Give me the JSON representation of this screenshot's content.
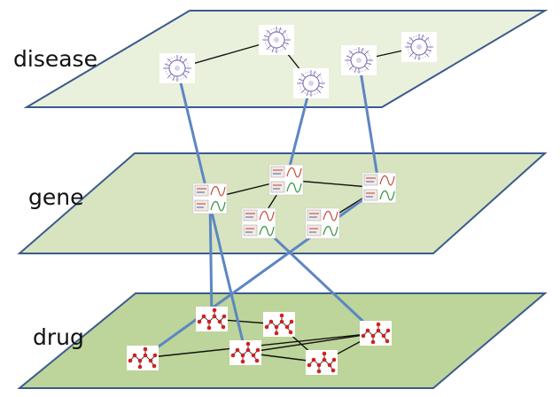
{
  "layers": [
    {
      "id": "disease",
      "label": "disease",
      "fill": "#e9f0dc"
    },
    {
      "id": "gene",
      "label": "gene",
      "fill": "#d7e4bf"
    },
    {
      "id": "drug",
      "label": "drug",
      "fill": "#bdd49a"
    }
  ],
  "colors": {
    "plane_border": "#3b5b8c",
    "cross_link": "#5d86c3",
    "intra_link": "#111111",
    "disease_node": "#7d6bb0",
    "gene_node": "#c45a4a",
    "drug_node": "#d22020"
  },
  "nodes": {
    "disease": [
      {
        "id": "d1",
        "icon": "network-hairball-icon"
      },
      {
        "id": "d2",
        "icon": "network-hairball-icon"
      },
      {
        "id": "d3",
        "icon": "network-hairball-icon"
      },
      {
        "id": "d4",
        "icon": "network-hairball-icon"
      },
      {
        "id": "d5",
        "icon": "network-hairball-icon"
      }
    ],
    "gene": [
      {
        "id": "g1",
        "icon": "gene-expression-icon"
      },
      {
        "id": "g2",
        "icon": "gene-expression-icon"
      },
      {
        "id": "g3",
        "icon": "gene-expression-icon"
      },
      {
        "id": "g4",
        "icon": "gene-expression-icon"
      },
      {
        "id": "g5",
        "icon": "gene-expression-icon"
      }
    ],
    "drug": [
      {
        "id": "r1",
        "icon": "molecule-icon"
      },
      {
        "id": "r2",
        "icon": "molecule-icon"
      },
      {
        "id": "r3",
        "icon": "molecule-icon"
      },
      {
        "id": "r4",
        "icon": "molecule-icon"
      },
      {
        "id": "r5",
        "icon": "molecule-icon"
      },
      {
        "id": "r6",
        "icon": "molecule-icon"
      }
    ]
  },
  "intra_edges": [
    [
      "d1",
      "d2"
    ],
    [
      "d2",
      "d3"
    ],
    [
      "d4",
      "d5"
    ],
    [
      "g1",
      "g2"
    ],
    [
      "g2",
      "g3"
    ],
    [
      "g2",
      "g5"
    ],
    [
      "g5",
      "g4"
    ],
    [
      "r1",
      "r2"
    ],
    [
      "r3",
      "r4"
    ],
    [
      "r3",
      "r5"
    ],
    [
      "r2",
      "r6"
    ],
    [
      "r5",
      "r6"
    ],
    [
      "r3",
      "r6"
    ]
  ],
  "cross_edges": [
    [
      "d1",
      "r5"
    ],
    [
      "d3",
      "g2"
    ],
    [
      "d4",
      "g5"
    ],
    [
      "g1",
      "r1"
    ],
    [
      "g3",
      "r3"
    ],
    [
      "g5",
      "r4"
    ]
  ]
}
